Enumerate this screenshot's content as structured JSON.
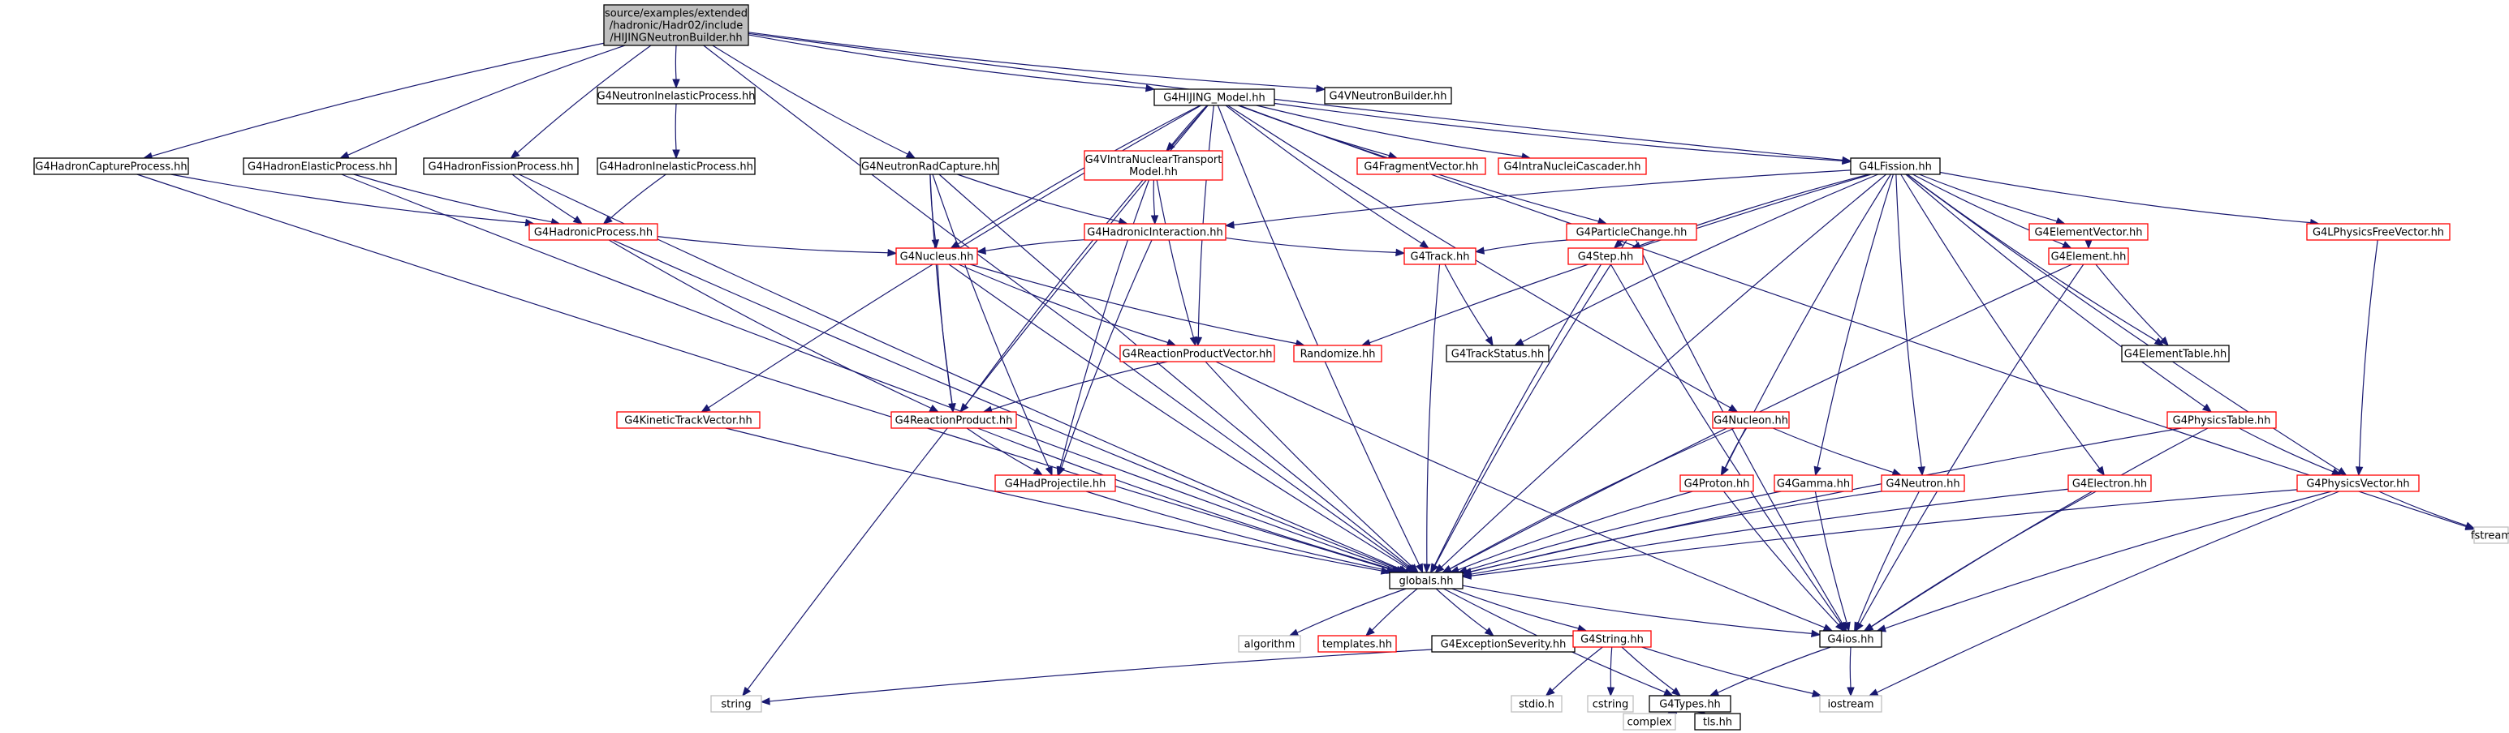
{
  "nodes": [
    {
      "id": "root",
      "lines": [
        "source/examples/extended",
        "/hadronic/Hadr02/include",
        "/HIJINGNeutronBuilder.hh"
      ],
      "style": "root"
    },
    {
      "id": "neutronInelastic",
      "lines": [
        "G4NeutronInelasticProcess.hh"
      ],
      "style": "black"
    },
    {
      "id": "vNeutronBuilder",
      "lines": [
        "G4VNeutronBuilder.hh"
      ],
      "style": "black"
    },
    {
      "id": "hijingModel",
      "lines": [
        "G4HIJING_Model.hh"
      ],
      "style": "black"
    },
    {
      "id": "hadronCapture",
      "lines": [
        "G4HadronCaptureProcess.hh"
      ],
      "style": "black"
    },
    {
      "id": "hadronElastic",
      "lines": [
        "G4HadronElasticProcess.hh"
      ],
      "style": "black"
    },
    {
      "id": "hadronFission",
      "lines": [
        "G4HadronFissionProcess.hh"
      ],
      "style": "black"
    },
    {
      "id": "hadronInelastic",
      "lines": [
        "G4HadronInelasticProcess.hh"
      ],
      "style": "black"
    },
    {
      "id": "neutronRadCapture",
      "lines": [
        "G4NeutronRadCapture.hh"
      ],
      "style": "black"
    },
    {
      "id": "vIntraNuclear",
      "lines": [
        "G4VIntraNuclearTransport",
        "Model.hh"
      ],
      "style": "red"
    },
    {
      "id": "fragmentVector",
      "lines": [
        "G4FragmentVector.hh"
      ],
      "style": "red"
    },
    {
      "id": "intraNucleiCascader",
      "lines": [
        "G4IntraNucleiCascader.hh"
      ],
      "style": "red"
    },
    {
      "id": "lFission",
      "lines": [
        "G4LFission.hh"
      ],
      "style": "black"
    },
    {
      "id": "hadronicProcess",
      "lines": [
        "G4HadronicProcess.hh"
      ],
      "style": "red"
    },
    {
      "id": "hadronicInteraction",
      "lines": [
        "G4HadronicInteraction.hh"
      ],
      "style": "red"
    },
    {
      "id": "particleChange",
      "lines": [
        "G4ParticleChange.hh"
      ],
      "style": "red"
    },
    {
      "id": "elementVector",
      "lines": [
        "G4ElementVector.hh"
      ],
      "style": "red"
    },
    {
      "id": "lPhysicsFreeVector",
      "lines": [
        "G4LPhysicsFreeVector.hh"
      ],
      "style": "red"
    },
    {
      "id": "nucleus",
      "lines": [
        "G4Nucleus.hh"
      ],
      "style": "red"
    },
    {
      "id": "track",
      "lines": [
        "G4Track.hh"
      ],
      "style": "red"
    },
    {
      "id": "step",
      "lines": [
        "G4Step.hh"
      ],
      "style": "red"
    },
    {
      "id": "element",
      "lines": [
        "G4Element.hh"
      ],
      "style": "red"
    },
    {
      "id": "reactionProductVector",
      "lines": [
        "G4ReactionProductVector.hh"
      ],
      "style": "red"
    },
    {
      "id": "randomize",
      "lines": [
        "Randomize.hh"
      ],
      "style": "red"
    },
    {
      "id": "trackStatus",
      "lines": [
        "G4TrackStatus.hh"
      ],
      "style": "black"
    },
    {
      "id": "elementTable",
      "lines": [
        "G4ElementTable.hh"
      ],
      "style": "black"
    },
    {
      "id": "reactionProduct",
      "lines": [
        "G4ReactionProduct.hh"
      ],
      "style": "red"
    },
    {
      "id": "kineticTrackVector",
      "lines": [
        "G4KineticTrackVector.hh"
      ],
      "style": "red"
    },
    {
      "id": "nucleon",
      "lines": [
        "G4Nucleon.hh"
      ],
      "style": "red"
    },
    {
      "id": "physicsTable",
      "lines": [
        "G4PhysicsTable.hh"
      ],
      "style": "red"
    },
    {
      "id": "hadProjectile",
      "lines": [
        "G4HadProjectile.hh"
      ],
      "style": "red"
    },
    {
      "id": "proton",
      "lines": [
        "G4Proton.hh"
      ],
      "style": "red"
    },
    {
      "id": "gamma",
      "lines": [
        "G4Gamma.hh"
      ],
      "style": "red"
    },
    {
      "id": "neutron",
      "lines": [
        "G4Neutron.hh"
      ],
      "style": "red"
    },
    {
      "id": "electron",
      "lines": [
        "G4Electron.hh"
      ],
      "style": "red"
    },
    {
      "id": "physicsVector",
      "lines": [
        "G4PhysicsVector.hh"
      ],
      "style": "red"
    },
    {
      "id": "globals",
      "lines": [
        "globals.hh"
      ],
      "style": "black"
    },
    {
      "id": "fstream",
      "lines": [
        "fstream"
      ],
      "style": "gray"
    },
    {
      "id": "algorithm",
      "lines": [
        "algorithm"
      ],
      "style": "gray"
    },
    {
      "id": "templates",
      "lines": [
        "templates.hh"
      ],
      "style": "red"
    },
    {
      "id": "exceptionSeverity",
      "lines": [
        "G4ExceptionSeverity.hh"
      ],
      "style": "black"
    },
    {
      "id": "g4String",
      "lines": [
        "G4String.hh"
      ],
      "style": "red"
    },
    {
      "id": "g4ios",
      "lines": [
        "G4ios.hh"
      ],
      "style": "black"
    },
    {
      "id": "string",
      "lines": [
        "string"
      ],
      "style": "gray"
    },
    {
      "id": "stdio",
      "lines": [
        "stdio.h"
      ],
      "style": "gray"
    },
    {
      "id": "cstring",
      "lines": [
        "cstring"
      ],
      "style": "gray"
    },
    {
      "id": "g4Types",
      "lines": [
        "G4Types.hh"
      ],
      "style": "black"
    },
    {
      "id": "iostream",
      "lines": [
        "iostream"
      ],
      "style": "gray"
    },
    {
      "id": "complex",
      "lines": [
        "complex"
      ],
      "style": "gray"
    },
    {
      "id": "tls",
      "lines": [
        "tls.hh"
      ],
      "style": "black"
    }
  ],
  "edges": [
    [
      "root",
      "neutronInelastic"
    ],
    [
      "root",
      "vNeutronBuilder"
    ],
    [
      "root",
      "hijingModel"
    ],
    [
      "root",
      "hadronCapture"
    ],
    [
      "root",
      "hadronElastic"
    ],
    [
      "root",
      "hadronFission"
    ],
    [
      "root",
      "neutronRadCapture"
    ],
    [
      "root",
      "lFission"
    ],
    [
      "root",
      "globals"
    ],
    [
      "neutronInelastic",
      "hadronInelastic"
    ],
    [
      "hijingModel",
      "vIntraNuclear"
    ],
    [
      "hijingModel",
      "fragmentVector"
    ],
    [
      "hijingModel",
      "intraNucleiCascader"
    ],
    [
      "hijingModel",
      "lFission"
    ],
    [
      "hijingModel",
      "particleChange"
    ],
    [
      "hijingModel",
      "nucleus"
    ],
    [
      "hijingModel",
      "track"
    ],
    [
      "hijingModel",
      "reactionProductVector"
    ],
    [
      "hijingModel",
      "reactionProduct"
    ],
    [
      "hijingModel",
      "kineticTrackVector"
    ],
    [
      "hijingModel",
      "nucleon"
    ],
    [
      "hijingModel",
      "globals"
    ],
    [
      "hijingModel",
      "string"
    ],
    [
      "hijingModel",
      "fstream"
    ],
    [
      "hadronCapture",
      "hadronicProcess"
    ],
    [
      "hadronCapture",
      "globals"
    ],
    [
      "hadronElastic",
      "hadronicProcess"
    ],
    [
      "hadronElastic",
      "globals"
    ],
    [
      "hadronFission",
      "hadronicProcess"
    ],
    [
      "hadronFission",
      "globals"
    ],
    [
      "hadronInelastic",
      "hadronicProcess"
    ],
    [
      "neutronRadCapture",
      "hadronicInteraction"
    ],
    [
      "neutronRadCapture",
      "nucleus"
    ],
    [
      "neutronRadCapture",
      "reactionProduct"
    ],
    [
      "neutronRadCapture",
      "hadProjectile"
    ],
    [
      "neutronRadCapture",
      "globals"
    ],
    [
      "vIntraNuclear",
      "hadronicInteraction"
    ],
    [
      "vIntraNuclear",
      "reactionProductVector"
    ],
    [
      "vIntraNuclear",
      "hadProjectile"
    ],
    [
      "lFission",
      "hadronicInteraction"
    ],
    [
      "lFission",
      "elementVector"
    ],
    [
      "lFission",
      "lPhysicsFreeVector"
    ],
    [
      "lFission",
      "step"
    ],
    [
      "lFission",
      "element"
    ],
    [
      "lFission",
      "randomize"
    ],
    [
      "lFission",
      "trackStatus"
    ],
    [
      "lFission",
      "elementTable"
    ],
    [
      "lFission",
      "physicsTable"
    ],
    [
      "lFission",
      "proton"
    ],
    [
      "lFission",
      "gamma"
    ],
    [
      "lFission",
      "neutron"
    ],
    [
      "lFission",
      "electron"
    ],
    [
      "lFission",
      "physicsVector"
    ],
    [
      "lFission",
      "globals"
    ],
    [
      "hadronicProcess",
      "nucleus"
    ],
    [
      "hadronicProcess",
      "reactionProduct"
    ],
    [
      "hadronicProcess",
      "globals"
    ],
    [
      "hadronicInteraction",
      "nucleus"
    ],
    [
      "hadronicInteraction",
      "track"
    ],
    [
      "hadronicInteraction",
      "hadProjectile"
    ],
    [
      "particleChange",
      "track"
    ],
    [
      "particleChange",
      "step"
    ],
    [
      "particleChange",
      "globals"
    ],
    [
      "particleChange",
      "g4ios"
    ],
    [
      "elementVector",
      "element"
    ],
    [
      "lPhysicsFreeVector",
      "physicsVector"
    ],
    [
      "nucleus",
      "reactionProductVector"
    ],
    [
      "nucleus",
      "randomize"
    ],
    [
      "nucleus",
      "reactionProduct"
    ],
    [
      "nucleus",
      "globals"
    ],
    [
      "track",
      "trackStatus"
    ],
    [
      "track",
      "globals"
    ],
    [
      "step",
      "globals"
    ],
    [
      "step",
      "g4ios"
    ],
    [
      "element",
      "elementTable"
    ],
    [
      "element",
      "globals"
    ],
    [
      "element",
      "g4ios"
    ],
    [
      "reactionProductVector",
      "reactionProduct"
    ],
    [
      "reactionProductVector",
      "globals"
    ],
    [
      "reactionProductVector",
      "g4ios"
    ],
    [
      "reactionProduct",
      "hadProjectile"
    ],
    [
      "reactionProduct",
      "globals"
    ],
    [
      "kineticTrackVector",
      "globals"
    ],
    [
      "nucleon",
      "proton"
    ],
    [
      "nucleon",
      "neutron"
    ],
    [
      "nucleon",
      "globals"
    ],
    [
      "physicsTable",
      "physicsVector"
    ],
    [
      "physicsTable",
      "globals"
    ],
    [
      "physicsTable",
      "g4ios"
    ],
    [
      "hadProjectile",
      "globals"
    ],
    [
      "proton",
      "globals"
    ],
    [
      "proton",
      "g4ios"
    ],
    [
      "gamma",
      "globals"
    ],
    [
      "gamma",
      "g4ios"
    ],
    [
      "neutron",
      "globals"
    ],
    [
      "neutron",
      "g4ios"
    ],
    [
      "electron",
      "globals"
    ],
    [
      "electron",
      "g4ios"
    ],
    [
      "physicsVector",
      "globals"
    ],
    [
      "physicsVector",
      "g4ios"
    ],
    [
      "physicsVector",
      "fstream"
    ],
    [
      "physicsVector",
      "iostream"
    ],
    [
      "globals",
      "algorithm"
    ],
    [
      "globals",
      "templates"
    ],
    [
      "globals",
      "exceptionSeverity"
    ],
    [
      "globals",
      "g4String"
    ],
    [
      "globals",
      "g4ios"
    ],
    [
      "globals",
      "g4Types"
    ],
    [
      "g4String",
      "string"
    ],
    [
      "g4String",
      "stdio"
    ],
    [
      "g4String",
      "cstring"
    ],
    [
      "g4String",
      "g4Types"
    ],
    [
      "g4String",
      "iostream"
    ],
    [
      "g4ios",
      "g4Types"
    ],
    [
      "g4ios",
      "iostream"
    ],
    [
      "g4Types",
      "complex"
    ],
    [
      "g4Types",
      "tls"
    ]
  ]
}
